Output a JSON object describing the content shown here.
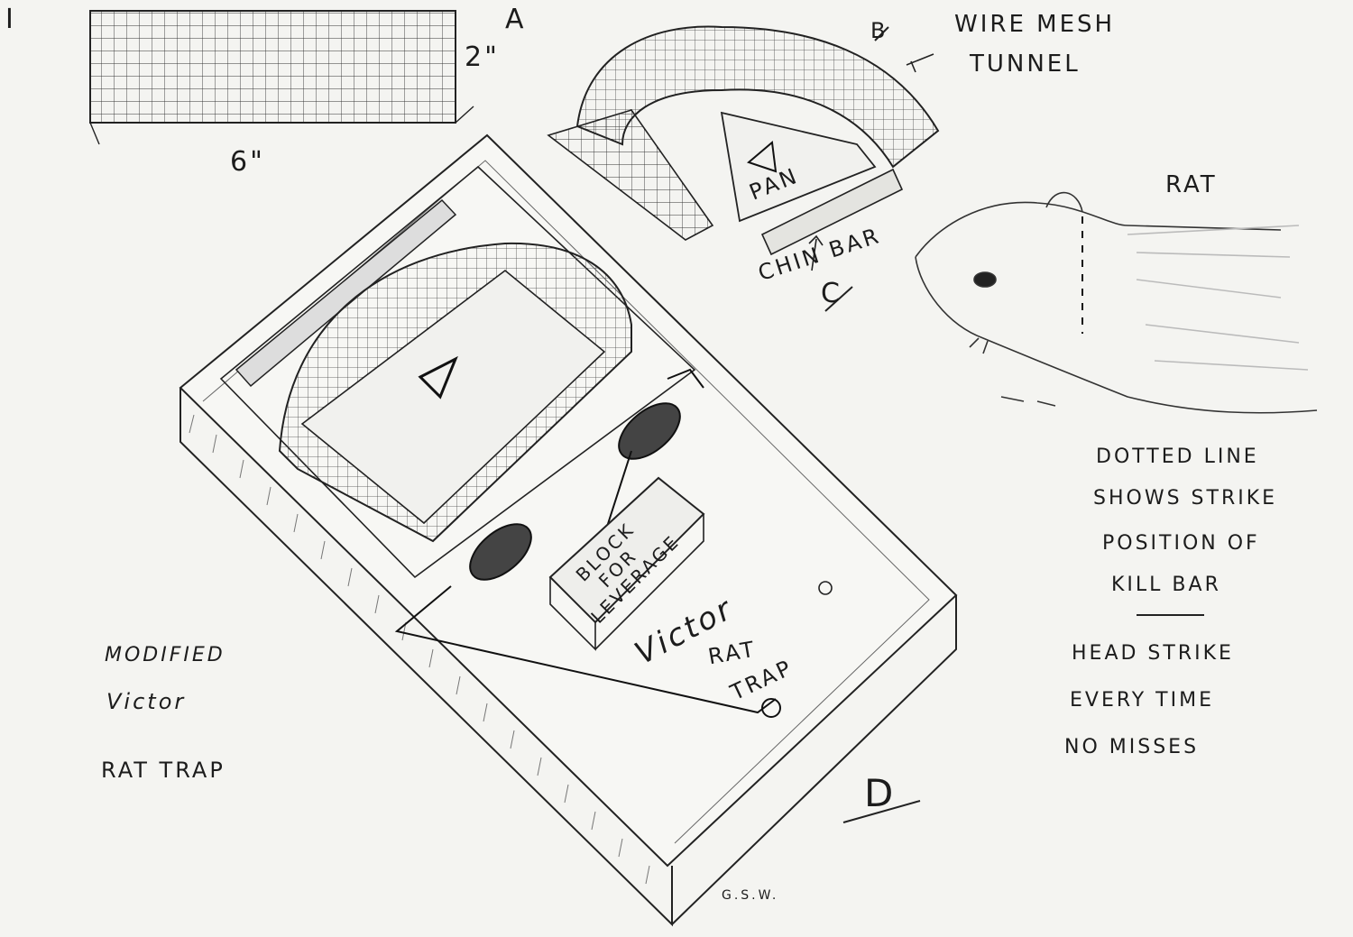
{
  "sheet": {
    "number": "I",
    "signature": "G.S.W."
  },
  "mesh_sample": {
    "height": "2\"",
    "width": "6\"",
    "label": "A"
  },
  "tunnel": {
    "letter": "B",
    "title_line1": "WIRE MESH",
    "title_line2": "TUNNEL"
  },
  "parts": {
    "pan": "PAN",
    "chin_bar": "CHIN BAR",
    "chin_letter": "C",
    "block_line1": "BLOCK",
    "block_line2": "FOR",
    "block_line3": "LEVERAGE",
    "brand": "Victor",
    "stamp_line1": "RAT",
    "stamp_line2": "TRAP",
    "trap_letter": "D"
  },
  "rat": {
    "label": "RAT"
  },
  "notes": {
    "dotted_line1": "DOTTED LINE",
    "dotted_line2": "SHOWS STRIKE",
    "dotted_line3": "POSITION OF",
    "dotted_line4": "KILL BAR",
    "claim1": "HEAD STRIKE",
    "claim2": "EVERY TIME",
    "claim3": "NO MISSES"
  },
  "caption": {
    "line1": "MODIFIED",
    "line2": "Victor",
    "line3": "RAT TRAP"
  },
  "colors": {
    "paper": "#f4f4f1",
    "ink": "#1c1c1c",
    "bleed": "#c9c9c5"
  }
}
